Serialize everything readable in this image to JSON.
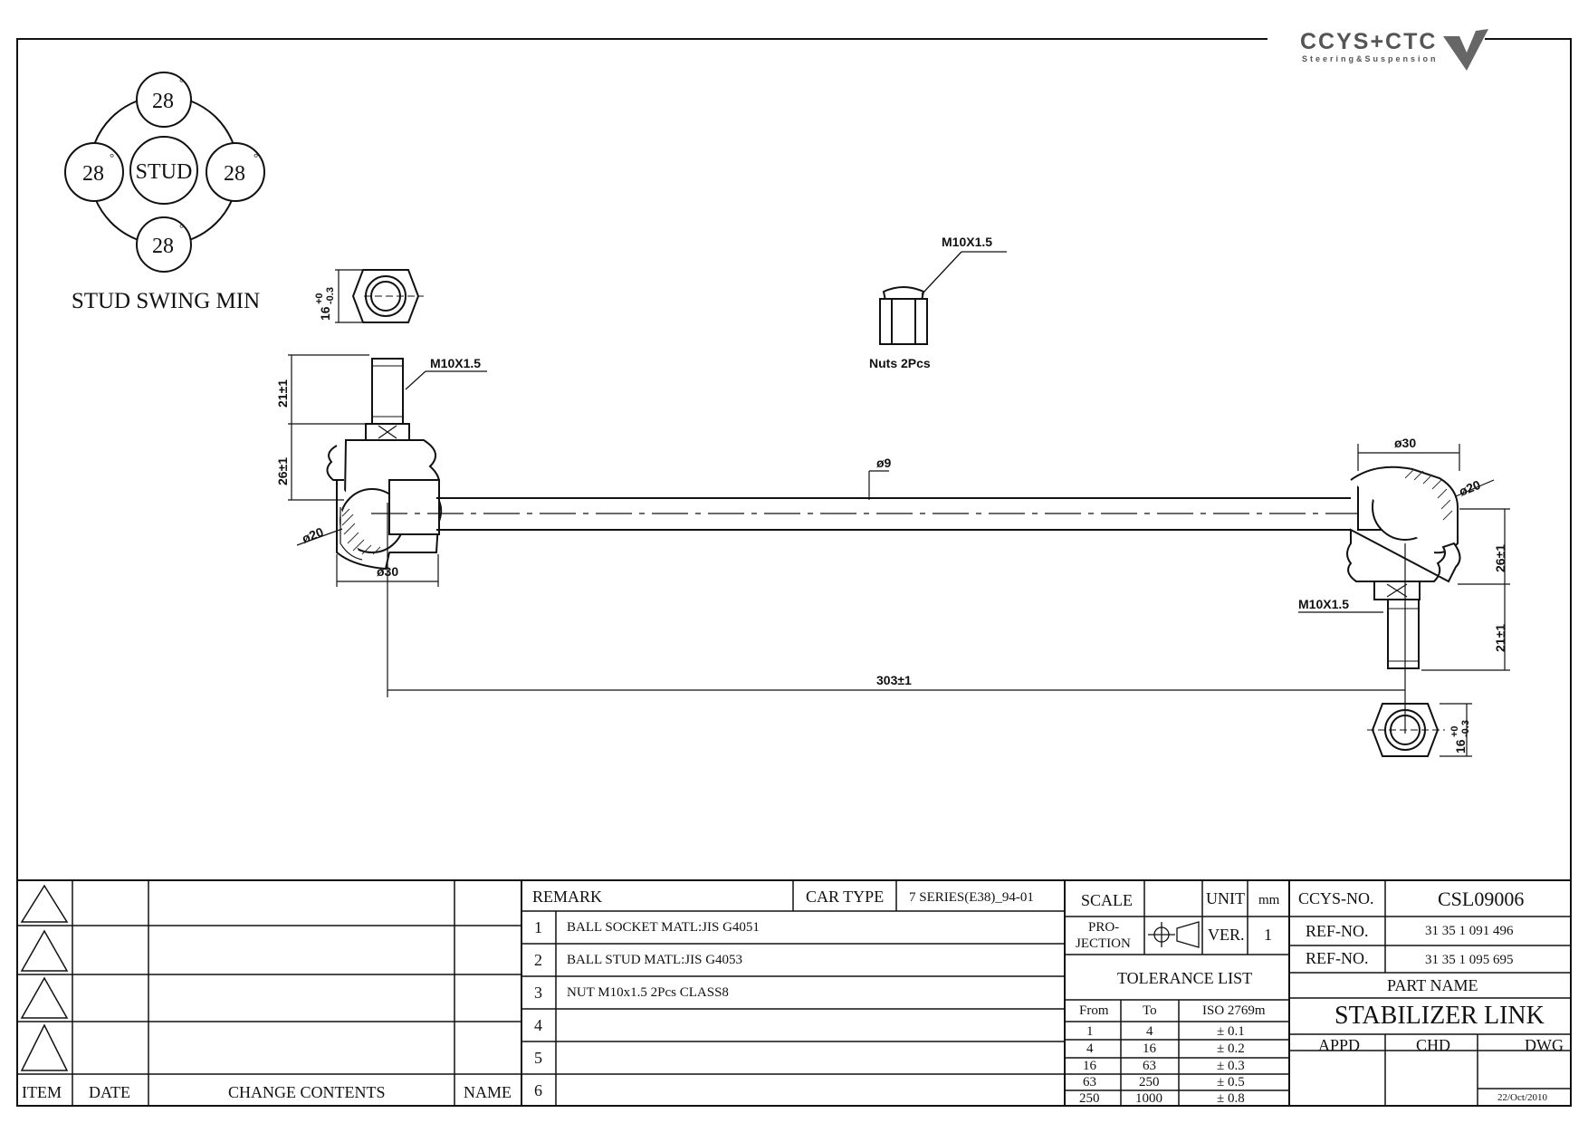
{
  "swing": {
    "top": "28",
    "left": "28",
    "right": "28",
    "bottom": "28",
    "center": "STUD",
    "label": "STUD SWING MIN",
    "deg": "°"
  },
  "dims": {
    "nut_thread": "M10X1.5",
    "nuts_qty": "Nuts 2Pcs",
    "thread_left": "M10X1.5",
    "thread_right": "M10X1.5",
    "hex_left": "16",
    "hex_right": "16",
    "tol_upper": "+0",
    "tol_lower": "-0.3",
    "stud_len_left": "21±1",
    "stud_len_right": "21±1",
    "ball_h_left": "26±1",
    "ball_h_right": "26±1",
    "ball_d_left": "ø20",
    "ball_d_right": "ø20",
    "socket_d_left": "ø30",
    "socket_d_right": "ø30",
    "rod_d": "ø9",
    "overall": "303±1"
  },
  "logo": {
    "brand": "CCYS+CTC",
    "tagline": "Steering&Suspension"
  },
  "revisions": {
    "headers": {
      "item": "ITEM",
      "date": "DATE",
      "change": "CHANGE CONTENTS",
      "name": "NAME"
    }
  },
  "remarks": {
    "title": "REMARK",
    "car_type_label": "CAR TYPE",
    "car_type": "7 SERIES(E38)_94-01",
    "rows": [
      {
        "n": "1",
        "text": "BALL SOCKET MATL:JIS G4051"
      },
      {
        "n": "2",
        "text": "BALL STUD MATL:JIS G4053"
      },
      {
        "n": "3",
        "text": "NUT M10x1.5 2Pcs CLASS8"
      },
      {
        "n": "4",
        "text": ""
      },
      {
        "n": "5",
        "text": ""
      },
      {
        "n": "6",
        "text": ""
      }
    ]
  },
  "spec": {
    "scale_label": "SCALE",
    "unit_label": "UNIT",
    "unit": "mm",
    "projection_label_1": "PRO-",
    "projection_label_2": "JECTION",
    "ver_label": "VER.",
    "ver": "1",
    "tolerance_title": "TOLERANCE LIST",
    "tol_headers": {
      "from": "From",
      "to": "To",
      "std": "ISO 2769m"
    },
    "tol_rows": [
      {
        "from": "1",
        "to": "4",
        "tol": "± 0.1"
      },
      {
        "from": "4",
        "to": "16",
        "tol": "± 0.2"
      },
      {
        "from": "16",
        "to": "63",
        "tol": "± 0.3"
      },
      {
        "from": "63",
        "to": "250",
        "tol": "± 0.5"
      },
      {
        "from": "250",
        "to": "1000",
        "tol": "± 0.8"
      }
    ]
  },
  "part": {
    "ccys_label": "CCYS-NO.",
    "ccys_no": "CSL09006",
    "ref_label_1": "REF-NO.",
    "ref_no_1": "31 35 1 091 496",
    "ref_label_2": "REF-NO.",
    "ref_no_2": "31 35 1 095 695",
    "part_name_label": "PART NAME",
    "part_name": "STABILIZER LINK",
    "appd": "APPD",
    "chd": "CHD",
    "dwg": "DWG",
    "date": "22/Oct/2010"
  }
}
